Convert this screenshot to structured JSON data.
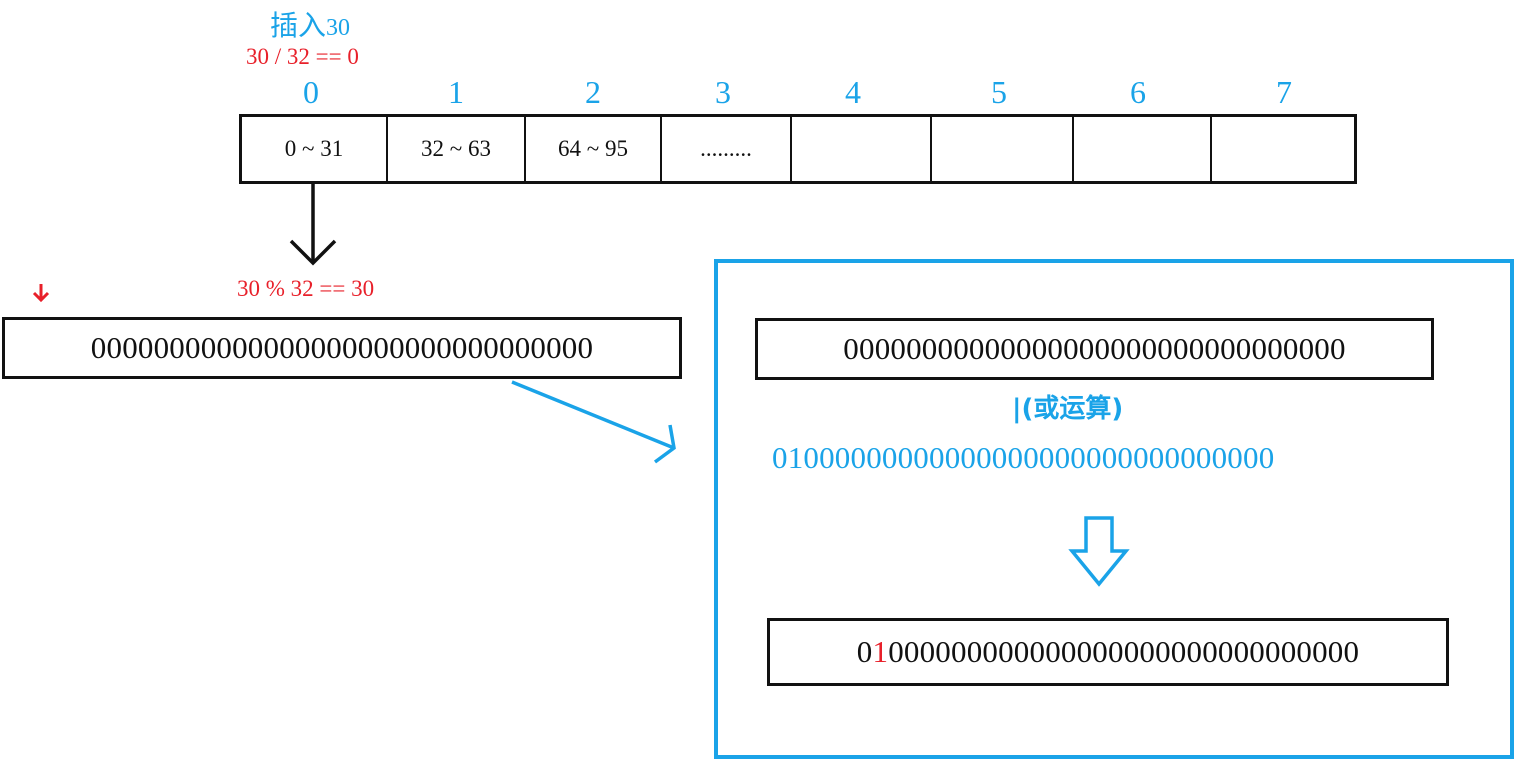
{
  "title": {
    "prefix": "插入",
    "number": "30"
  },
  "division_expr": "30 / 32 == 0",
  "modulo_expr": "30 % 32 == 30",
  "indices": [
    "0",
    "1",
    "2",
    "3",
    "4",
    "5",
    "6",
    "7"
  ],
  "array_cells": [
    "0 ~ 31",
    "32 ~ 63",
    "64 ~ 95",
    ".........",
    "",
    "",
    "",
    ""
  ],
  "bits_zero": "00000000000000000000000000000000",
  "operation_label": "|(或运算)",
  "mask_bits": "01000000000000000000000000000000",
  "result": {
    "prefix": "0",
    "highlight": "1",
    "suffix": "000000000000000000000000000000"
  },
  "colors": {
    "accent_blue": "#1aa3e8",
    "highlight_red": "#e8202a",
    "line_black": "#111111"
  }
}
